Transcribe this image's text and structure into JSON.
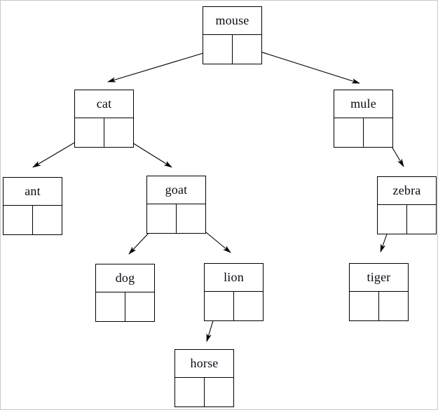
{
  "diagram": {
    "type": "binary-tree",
    "colors": {
      "node_border": "#000000",
      "edge": "#000000",
      "background": "#ffffff",
      "page_border": "#c8c8c8",
      "text": "#0a0a14"
    },
    "nodes": [
      {
        "id": "mouse",
        "label": "mouse",
        "left_child": "cat",
        "right_child": "mule"
      },
      {
        "id": "cat",
        "label": "cat",
        "left_child": "ant",
        "right_child": "goat"
      },
      {
        "id": "mule",
        "label": "mule",
        "left_child": null,
        "right_child": "zebra"
      },
      {
        "id": "ant",
        "label": "ant",
        "left_child": null,
        "right_child": null
      },
      {
        "id": "goat",
        "label": "goat",
        "left_child": "dog",
        "right_child": "lion"
      },
      {
        "id": "zebra",
        "label": "zebra",
        "left_child": "tiger",
        "right_child": null
      },
      {
        "id": "dog",
        "label": "dog",
        "left_child": null,
        "right_child": null
      },
      {
        "id": "lion",
        "label": "lion",
        "left_child": "horse",
        "right_child": null
      },
      {
        "id": "tiger",
        "label": "tiger",
        "left_child": null,
        "right_child": null
      },
      {
        "id": "horse",
        "label": "horse",
        "left_child": null,
        "right_child": null
      }
    ],
    "edges": [
      {
        "from": "mouse.left",
        "to": "cat"
      },
      {
        "from": "mouse.right",
        "to": "mule"
      },
      {
        "from": "cat.left",
        "to": "ant"
      },
      {
        "from": "cat.right",
        "to": "goat"
      },
      {
        "from": "goat.left",
        "to": "dog"
      },
      {
        "from": "goat.right",
        "to": "lion"
      },
      {
        "from": "mule.right",
        "to": "zebra"
      },
      {
        "from": "zebra.left",
        "to": "tiger"
      },
      {
        "from": "lion.left",
        "to": "horse"
      }
    ]
  }
}
